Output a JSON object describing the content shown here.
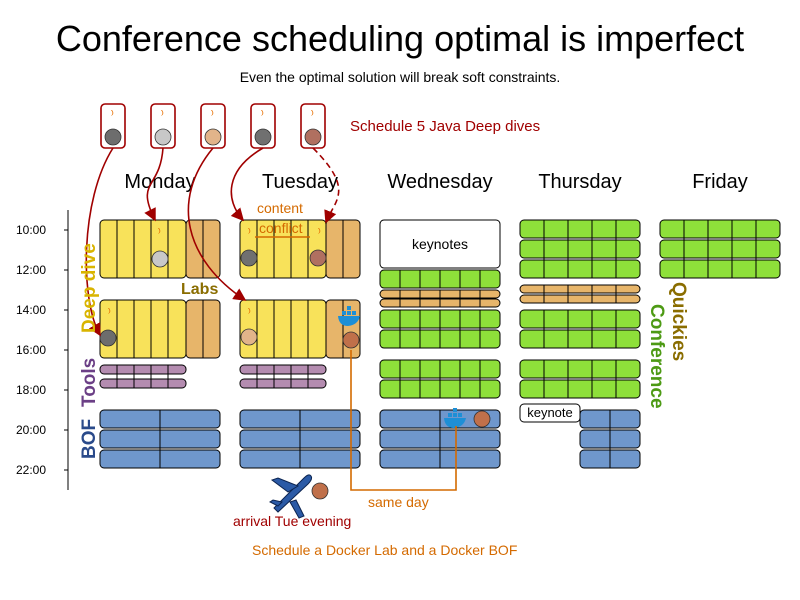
{
  "header": {
    "title": "Conference scheduling optimal is imperfect",
    "subtitle": "Even the optimal solution will break soft constraints."
  },
  "days": [
    "Monday",
    "Tuesday",
    "Wednesday",
    "Thursday",
    "Friday"
  ],
  "times": [
    "10:00",
    "12:00",
    "14:00",
    "16:00",
    "18:00",
    "20:00",
    "22:00"
  ],
  "track_labels": {
    "deep_dive": "Deep dive",
    "labs": "Labs",
    "tools": "Tools",
    "bof": "BOF",
    "quickies": "Quickies",
    "conference": "Conference"
  },
  "annotations": {
    "java_deep_dives": "Schedule 5 Java Deep dives",
    "content_conflict_line1": "content",
    "content_conflict_line2": "conflict",
    "keynotes": "keynotes",
    "keynote": "keynote",
    "same_day": "same day",
    "arrival": "arrival Tue evening",
    "docker_footer": "Schedule a Docker Lab and a Docker BOF"
  },
  "colors": {
    "deep_dive": "#f8e25a",
    "labs": "#e7b56a",
    "tools": "#b48cb0",
    "bof": "#6f97cc",
    "conference": "#8ee03a",
    "quickies": "#e7b56a",
    "arrow_red": "#a00000",
    "annotation_orange": "#d46a00",
    "label_olive": "#8a6d00",
    "label_purple": "#6b3f86",
    "label_blue": "#2a4a8a",
    "label_green": "#4d9a14"
  }
}
